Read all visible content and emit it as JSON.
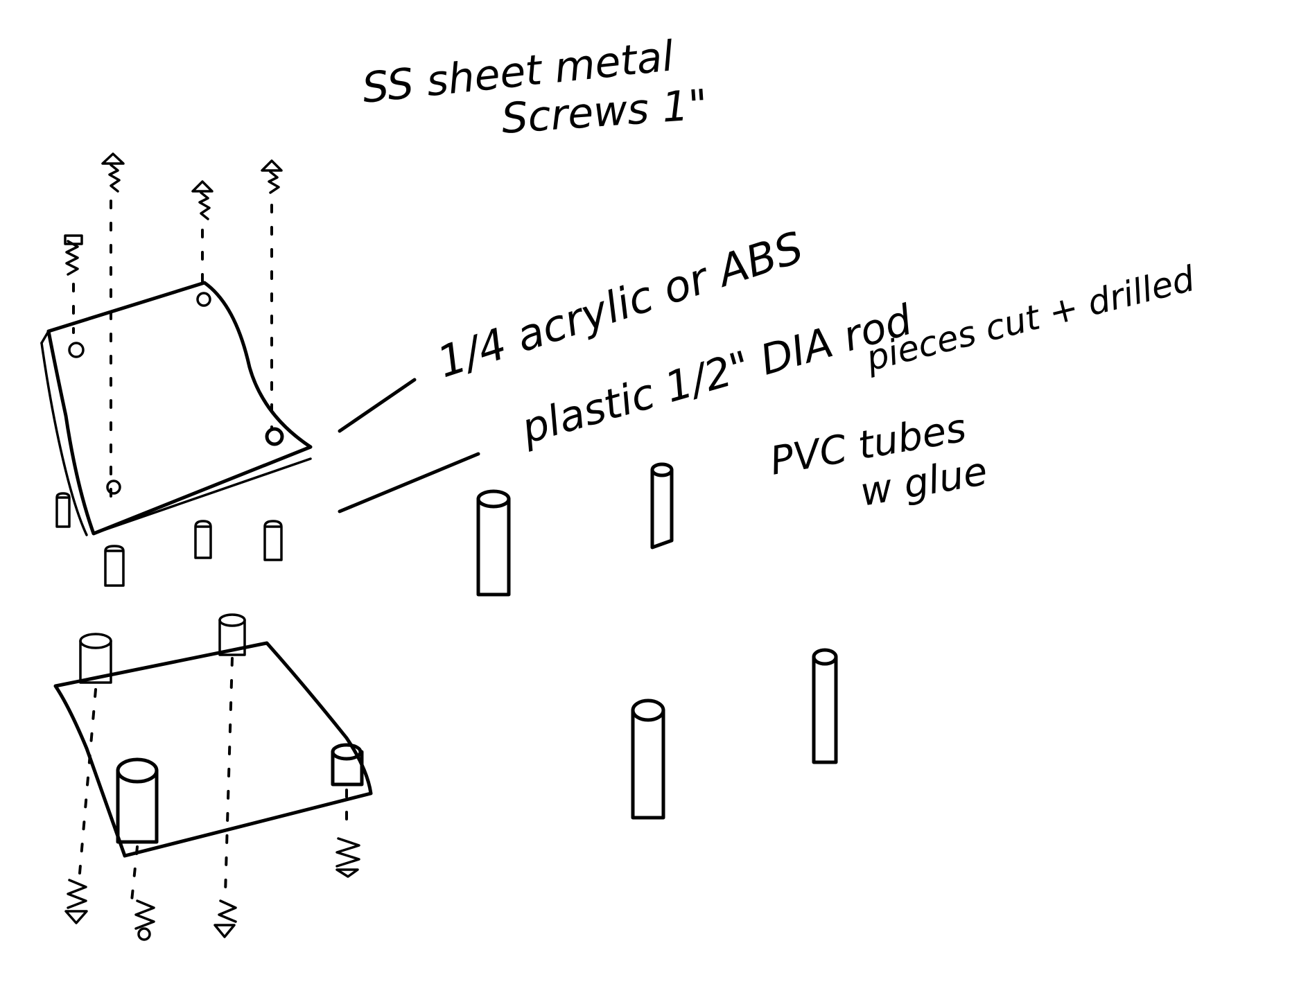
{
  "labels": {
    "screws_line1": "SS sheet metal",
    "screws_line2": "Screws 1\"",
    "plate_material": "1/4 acrylic or ABS",
    "plastic_rod": "plastic 1/2\" DIA rod",
    "rod_processing": "pieces cut + drilled",
    "pvc_line1": "PVC tubes",
    "pvc_line2": "w glue"
  }
}
